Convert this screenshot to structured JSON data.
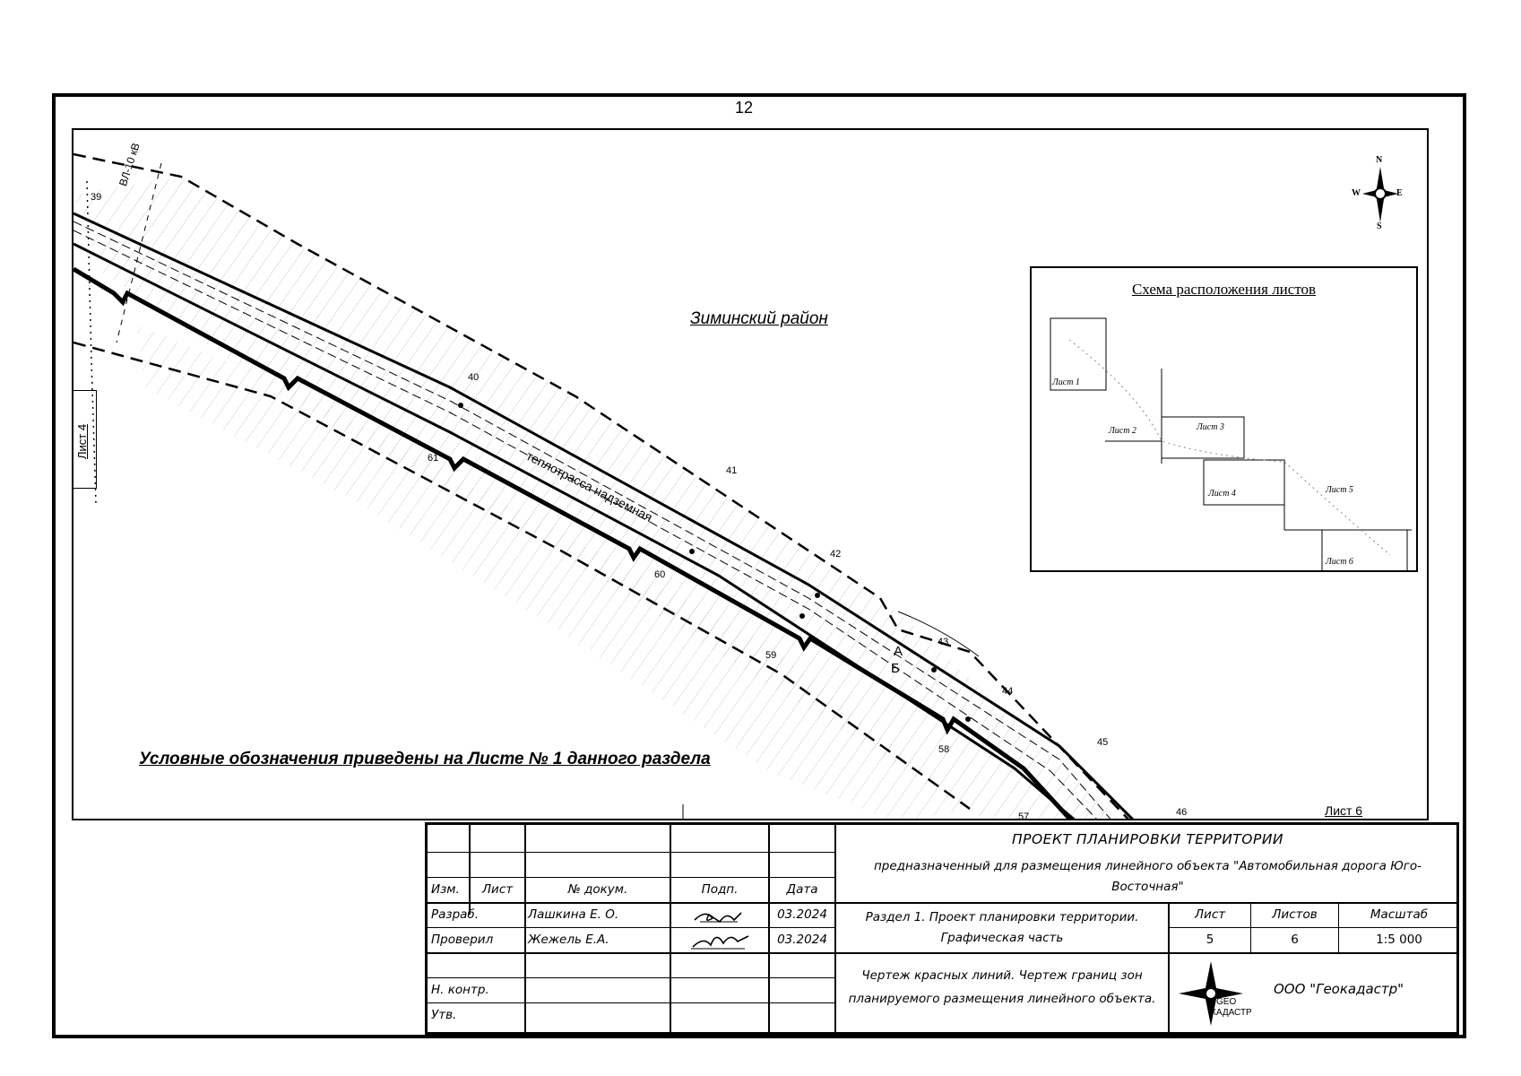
{
  "page_number": "12",
  "map": {
    "district": "Зиминский район",
    "legend_note": "Условные обозначения приведены на Листе № 1 данного раздела",
    "left_sheet_ref": "Лист 4",
    "bottom_sheet_ref": "Лист 6",
    "power_line_label": "ВЛ-10 кВ",
    "heating_main_label": "теплотрасса надземная",
    "letters": [
      "А",
      "Б"
    ],
    "points": [
      "39",
      "40",
      "41",
      "42",
      "43",
      "44",
      "45",
      "46",
      "57",
      "58",
      "59",
      "60",
      "61"
    ]
  },
  "compass": {
    "n": "N",
    "s": "S",
    "e": "E",
    "w": "W"
  },
  "scheme": {
    "title": "Схема расположения листов",
    "sheets": [
      "Лист 1",
      "Лист 2",
      "Лист 3",
      "Лист 4",
      "Лист 5",
      "Лист 6"
    ]
  },
  "title_block": {
    "project_title": "ПРОЕКТ ПЛАНИРОВКИ ТЕРРИТОРИИ",
    "project_subtitle_1": "предназначенный для размещения линейного объекта \"Автомобильная дорога Юго-",
    "project_subtitle_2": "Восточная\"",
    "headers": {
      "izm": "Изм.",
      "list": "Лист",
      "doc": "№ докум.",
      "sign": "Подп.",
      "date": "Дата"
    },
    "rows": [
      {
        "role": "Разраб.",
        "name": "Лашкина Е. О.",
        "date": "03.2024"
      },
      {
        "role": "Проверил",
        "name": "Жежель Е.А.",
        "date": "03.2024"
      },
      {
        "role": "Н. контр.",
        "name": "",
        "date": ""
      },
      {
        "role": "Утв.",
        "name": "",
        "date": ""
      }
    ],
    "section_1": "Раздел 1. Проект планировки территории.",
    "section_2": "Графическая часть",
    "sheet_header": "Лист",
    "sheets_header": "Листов",
    "scale_header": "Масштаб",
    "sheet_value": "5",
    "sheets_value": "6",
    "scale_value": "1:5 000",
    "drawing_1": "Чертеж красных линий. Чертеж границ зон",
    "drawing_2": "планируемого размещения линейного объекта.",
    "logo_text_1": "GEO",
    "logo_text_2": "КАДАСТР",
    "company": "ООО \"Геокадастр\""
  }
}
